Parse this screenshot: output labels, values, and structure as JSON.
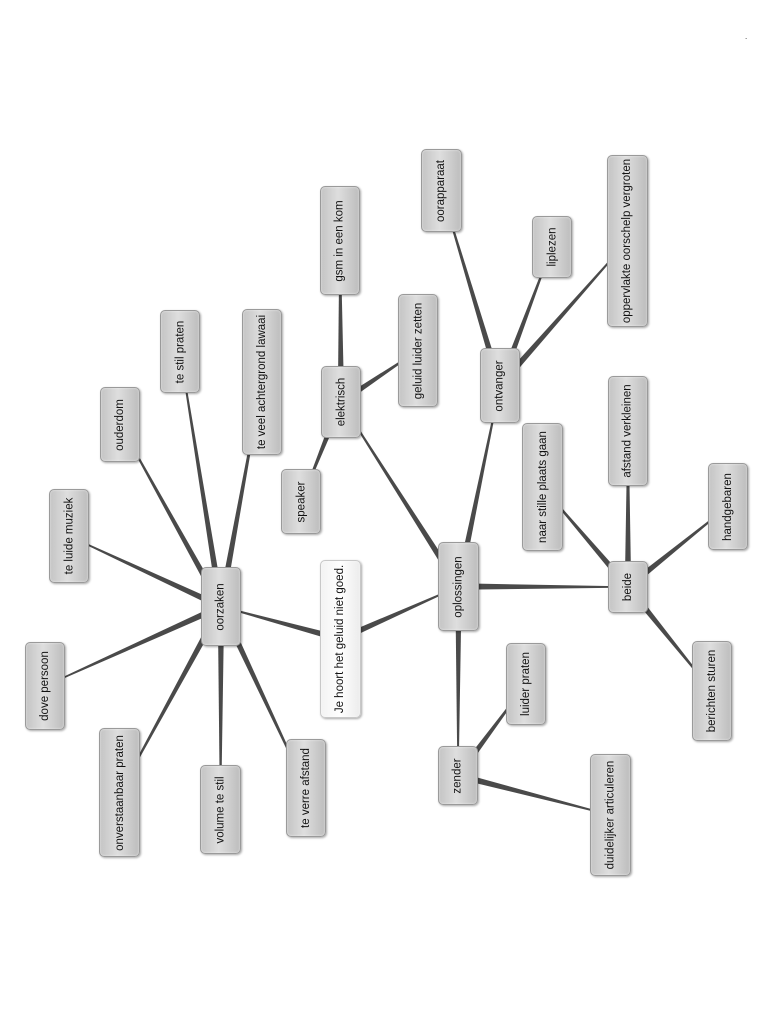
{
  "corner_mark": ".",
  "colors": {
    "connector": "#4a4a4a",
    "node_fill": "#cfcfcf",
    "central_fill": "#f5f5f5"
  },
  "nodes": {
    "central": "Je hoort het geluid niet goed.",
    "oorzaken": "oorzaken",
    "oplossingen": "oplossingen",
    "elektrisch": "elektrisch",
    "ontvanger": "ontvanger",
    "beide": "beide",
    "zender": "zender",
    "te_luide_muziek": "te luide muziek",
    "dove_persoon": "dove persoon",
    "onverstaanbaar_praten": "onverstaanbaar praten",
    "volume_te_stil": "volume te stil",
    "te_verre_afstand": "te verre afstand",
    "ouderdom": "ouderdom",
    "te_stil_praten": "te stil praten",
    "te_veel_achtergrond_lawaai": "te veel achtergrond lawaai",
    "gsm_in_een_kom": "gsm in een kom",
    "geluid_luider_zetten": "geluid luider zetten",
    "speaker": "speaker",
    "oorapparaat": "oorapparaat",
    "liplezen": "liplezen",
    "oppervlakte_oorschelp_vergroten": "oppervlakte oorschelp vergroten",
    "naar_stille_plaats_gaan": "naar stille plaats gaan",
    "afstand_verkleinen": "afstand verkleinen",
    "handgebaren": "handgebaren",
    "berichten_sturen": "berichten sturen",
    "luider_praten": "luider praten",
    "duidelijker_articuleren": "duidelijker articuleren"
  }
}
